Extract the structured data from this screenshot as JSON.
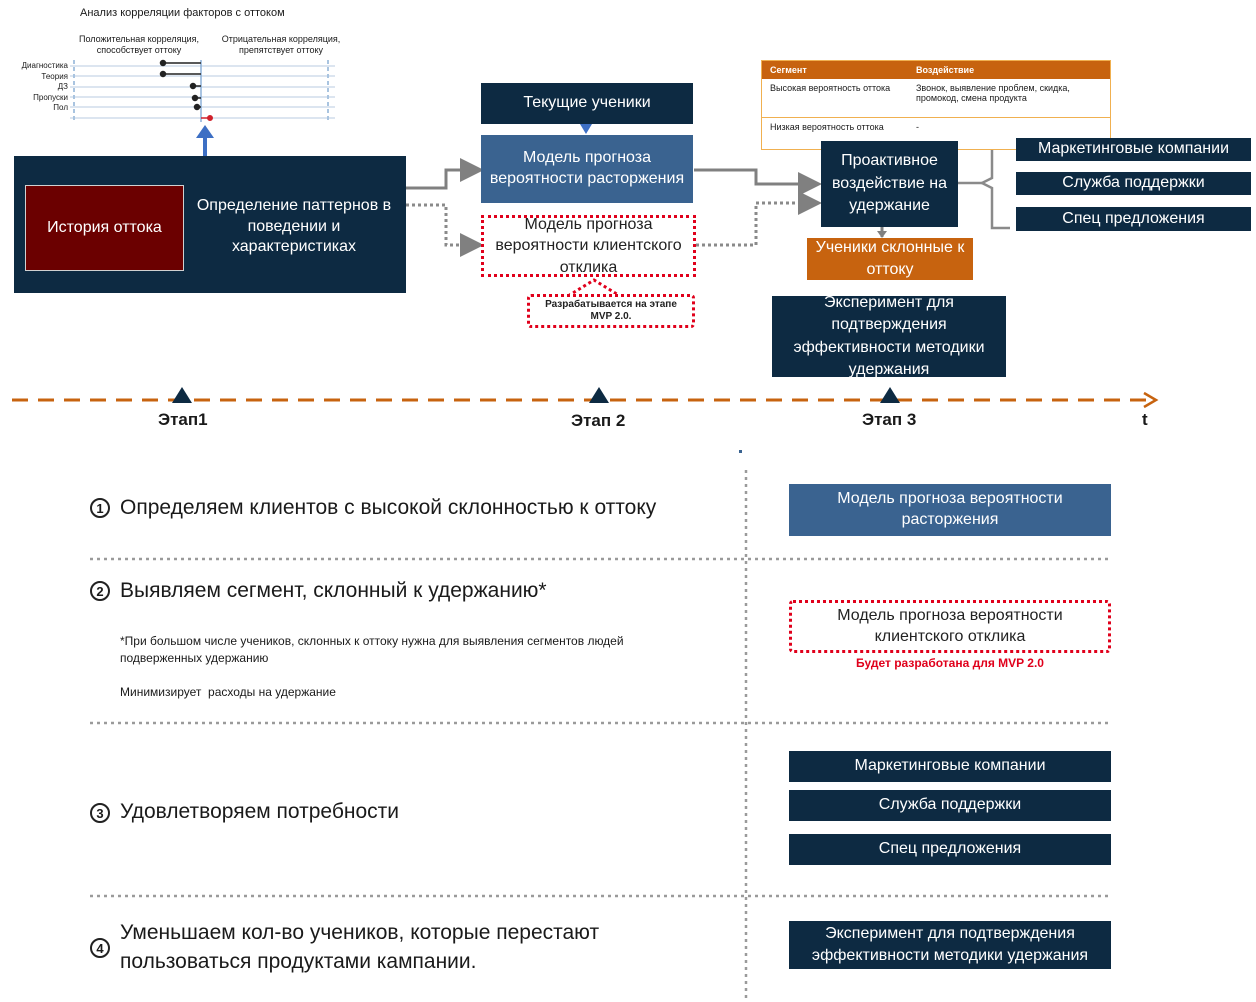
{
  "mini_chart": {
    "title": "Анализ корреляции факторов с оттоком",
    "positive_label": "Положительная корреляция, способствует оттоку",
    "negative_label": "Отрицательная корреляция, препятствует оттоку",
    "factors": [
      "Диагностика",
      "Теория",
      "ДЗ",
      "Пропуски",
      "Пол"
    ]
  },
  "stage1": {
    "history_label": "История оттока",
    "patterns_label": "Определение паттернов в поведении и характеристиках"
  },
  "stage2": {
    "current_students": "Текущие ученики",
    "churn_model": "Модель прогноза вероятности расторжения",
    "response_model": "Модель прогноза вероятности клиентского отклика",
    "mvp_note": "Разрабатывается на этапе MVP 2.0."
  },
  "stage3": {
    "segment_table": {
      "headers": [
        "Сегмент",
        "Воздействие"
      ],
      "rows": [
        [
          "Высокая вероятность оттока",
          "Звонок, выявление проблем, скидка, промокод, смена продукта"
        ],
        [
          "Низкая вероятность оттока",
          "-"
        ]
      ]
    },
    "proactive": "Проактивное воздействие на удержание",
    "prone_students": "Ученики склонные к оттоку",
    "experiment": "Эксперимент для подтверждения эффективности методики удержания",
    "channels": [
      "Маркетинговые компании",
      "Служба поддержки",
      "Спец предложения"
    ]
  },
  "timeline": {
    "stages": [
      "Этап1",
      "Этап 2",
      "Этап 3"
    ],
    "end_label": "t"
  },
  "steps": [
    {
      "num": "1",
      "text": "Определяем клиентов с высокой склонностью к оттоку"
    },
    {
      "num": "2",
      "text": "Выявляем сегмент, склонный к удержанию*"
    },
    {
      "num": "3",
      "text": "Удовлетворяем потребности"
    },
    {
      "num": "4",
      "text": "Уменьшаем кол-во учеников, которые перестают пользоваться продуктами кампании."
    }
  ],
  "step2_notes": {
    "footnote": "*При большом числе учеников, склонных к оттоку нужна для выявления сегментов людей подверженных удержанию",
    "minimize": "Минимизирует  расходы на удержание"
  },
  "right_column": {
    "churn_model": "Модель прогноза вероятности расторжения",
    "response_model": "Модель прогноза вероятности клиентского отклика",
    "response_note": "Будет разработана для MVP 2.0",
    "channels": [
      "Маркетинговые компании",
      "Служба поддержки",
      "Спец предложения"
    ],
    "experiment": "Эксперимент для подтверждения эффективности методики удержания"
  },
  "colors": {
    "navy": "#0d2a42",
    "steel": "#3a6390",
    "orange": "#c7630f",
    "maroon": "#6b0000",
    "red": "#e0001b"
  }
}
